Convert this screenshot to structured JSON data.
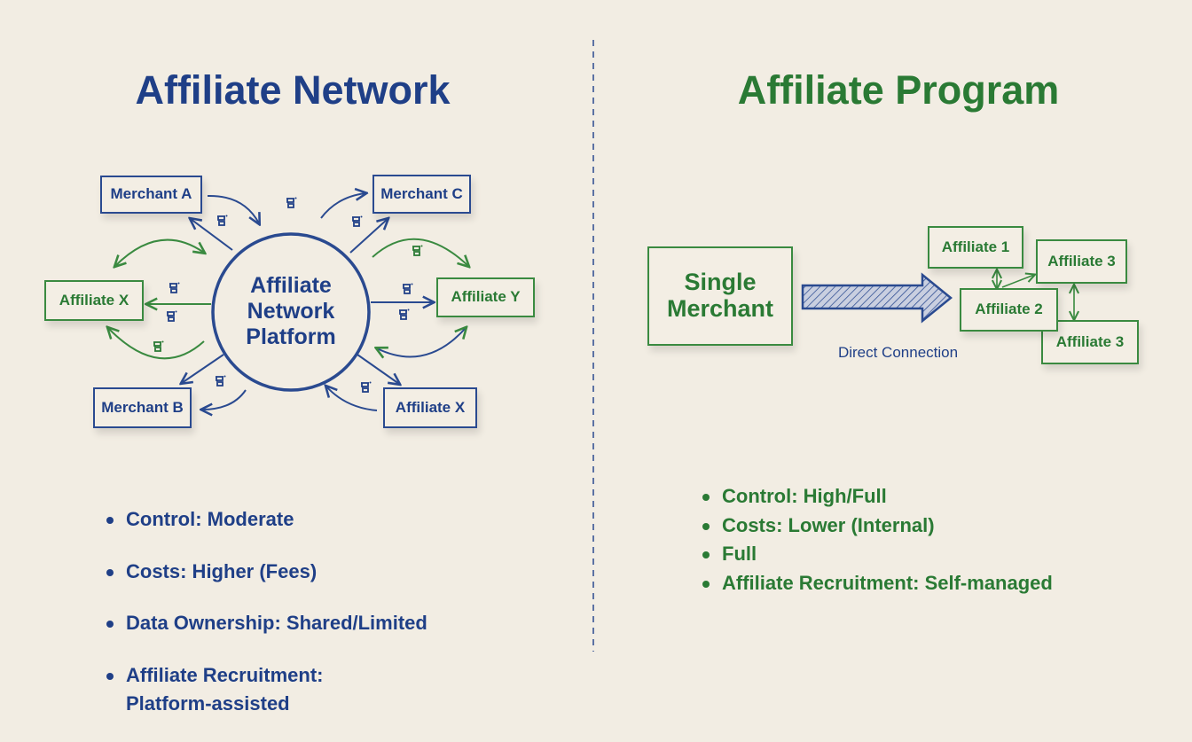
{
  "colors": {
    "network": "#1f3f87",
    "program": "#2a7a34",
    "background": "#f2ede3"
  },
  "network": {
    "title": "Affiliate Network",
    "platform_label": "Affiliate Network Platform",
    "nodes": {
      "merchant_a": "Merchant A",
      "merchant_b": "Merchant B",
      "merchant_c": "Merchant C",
      "affiliate_x_left": "Affiliate X",
      "affiliate_y": "Affiliate Y",
      "affiliate_x_right": "Affiliate X"
    },
    "icon": "money-icon",
    "bullets": [
      "Control: Moderate",
      "Costs: Higher (Fees)",
      "Data Ownership: Shared/Limited",
      "Affiliate Recruitment:\nPlatform-assisted"
    ]
  },
  "program": {
    "title": "Affiliate Program",
    "merchant": "Single Merchant",
    "connection_label": "Direct Connection",
    "affiliates": [
      "Affiliate 1",
      "Affiliate 3",
      "Affiliate 2",
      "Affiliate 3"
    ],
    "bullets": [
      "Control: High/Full",
      "Costs: Lower (Internal)",
      "Full",
      "Affiliate Recruitment: Self-managed"
    ]
  }
}
